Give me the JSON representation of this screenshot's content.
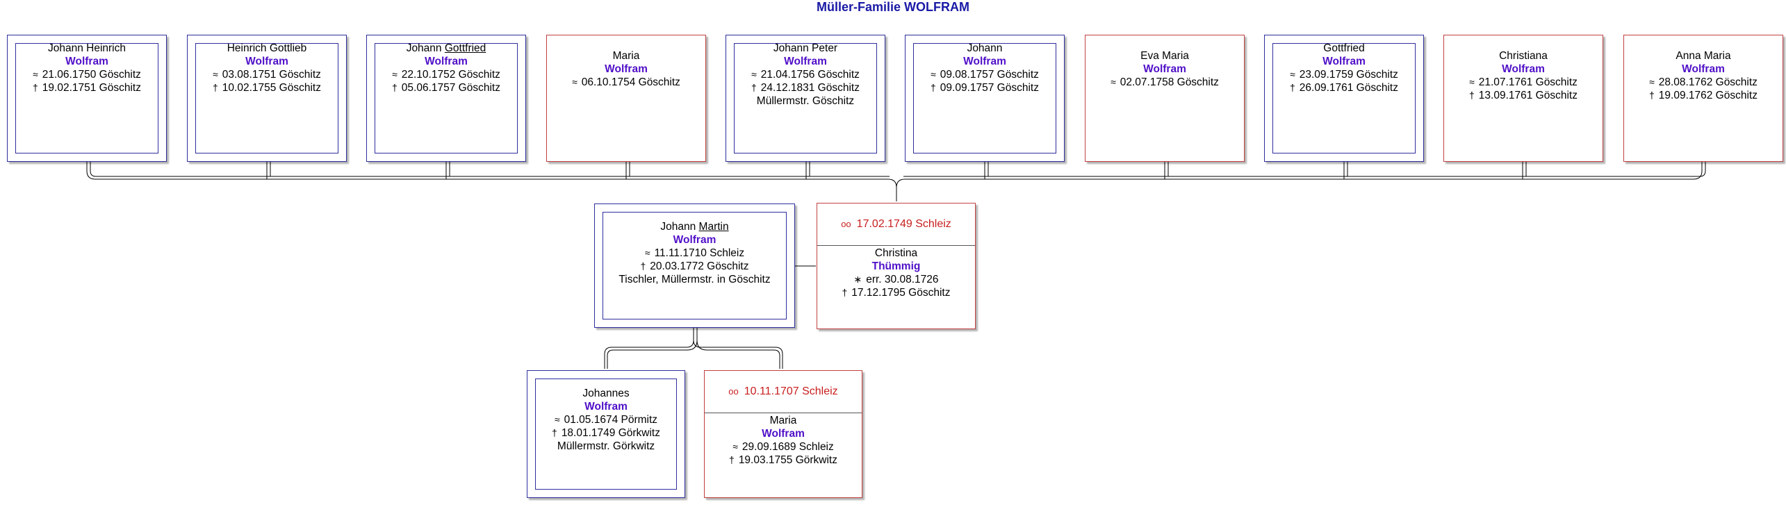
{
  "title": "Müller-Familie WOLFRAM",
  "symbols": {
    "baptism": "≈",
    "death": "†",
    "birth": "∗",
    "marriage": "oo"
  },
  "children": [
    {
      "given": "Johann Heinrich",
      "underlined": "",
      "surname": "Wolfram",
      "sex": "m",
      "events": [
        {
          "type": "baptism",
          "text": "21.06.1750 Göschitz"
        },
        {
          "type": "death",
          "text": "19.02.1751 Göschitz"
        }
      ],
      "occupation": ""
    },
    {
      "given": "Heinrich Gottlieb",
      "underlined": "",
      "surname": "Wolfram",
      "sex": "m",
      "events": [
        {
          "type": "baptism",
          "text": "03.08.1751 Göschitz"
        },
        {
          "type": "death",
          "text": "10.02.1755 Göschitz"
        }
      ],
      "occupation": ""
    },
    {
      "given": "Johann",
      "underlined": "Gottfried",
      "surname": "Wolfram",
      "sex": "m",
      "events": [
        {
          "type": "baptism",
          "text": "22.10.1752 Göschitz"
        },
        {
          "type": "death",
          "text": "05.06.1757 Göschitz"
        }
      ],
      "occupation": ""
    },
    {
      "given": "Maria",
      "underlined": "",
      "surname": "Wolfram",
      "sex": "f",
      "events": [
        {
          "type": "baptism",
          "text": "06.10.1754 Göschitz"
        }
      ],
      "occupation": ""
    },
    {
      "given": "Johann Peter",
      "underlined": "",
      "surname": "Wolfram",
      "sex": "m",
      "events": [
        {
          "type": "baptism",
          "text": "21.04.1756 Göschitz"
        },
        {
          "type": "death",
          "text": "24.12.1831 Göschitz"
        }
      ],
      "occupation": "Müllermstr. Göschitz"
    },
    {
      "given": "Johann",
      "underlined": "",
      "surname": "Wolfram",
      "sex": "m",
      "events": [
        {
          "type": "baptism",
          "text": "09.08.1757 Göschitz"
        },
        {
          "type": "death",
          "text": "09.09.1757 Göschitz"
        }
      ],
      "occupation": ""
    },
    {
      "given": "Eva Maria",
      "underlined": "",
      "surname": "Wolfram",
      "sex": "f",
      "events": [
        {
          "type": "baptism",
          "text": "02.07.1758 Göschitz"
        }
      ],
      "occupation": ""
    },
    {
      "given": "Gottfried",
      "underlined": "",
      "surname": "Wolfram",
      "sex": "m",
      "events": [
        {
          "type": "baptism",
          "text": "23.09.1759 Göschitz"
        },
        {
          "type": "death",
          "text": "26.09.1761 Göschitz"
        }
      ],
      "occupation": ""
    },
    {
      "given": "Christiana",
      "underlined": "",
      "surname": "Wolfram",
      "sex": "f",
      "events": [
        {
          "type": "baptism",
          "text": "21.07.1761 Göschitz"
        },
        {
          "type": "death",
          "text": "13.09.1761 Göschitz"
        }
      ],
      "occupation": ""
    },
    {
      "given": "Anna Maria",
      "underlined": "",
      "surname": "Wolfram",
      "sex": "f",
      "events": [
        {
          "type": "baptism",
          "text": "28.08.1762 Göschitz"
        },
        {
          "type": "death",
          "text": "19.09.1762 Göschitz"
        }
      ],
      "occupation": ""
    }
  ],
  "focus": {
    "given": "Johann",
    "underlined": "Martin",
    "surname": "Wolfram",
    "sex": "m",
    "events": [
      {
        "type": "baptism",
        "text": "11.11.1710 Schleiz"
      },
      {
        "type": "death",
        "text": "20.03.1772 Göschitz"
      }
    ],
    "occupation": "Tischler, Müllermstr. in Göschitz"
  },
  "focus_marriage": {
    "date": "17.02.1749 Schleiz",
    "spouse": {
      "given": "Christina",
      "surname": "Thümmig",
      "events": [
        {
          "type": "birth",
          "text": "err. 30.08.1726"
        },
        {
          "type": "death",
          "text": "17.12.1795 Göschitz"
        }
      ]
    }
  },
  "father": {
    "given": "Johannes",
    "underlined": "",
    "surname": "Wolfram",
    "sex": "m",
    "events": [
      {
        "type": "baptism",
        "text": "01.05.1674 Pörmitz"
      },
      {
        "type": "death",
        "text": "18.01.1749 Görkwitz"
      }
    ],
    "occupation": "Müllermstr. Görkwitz"
  },
  "parents_marriage": {
    "date": "10.11.1707 Schleiz",
    "spouse": {
      "given": "Maria",
      "surname": "Wolfram",
      "events": [
        {
          "type": "baptism",
          "text": "29.09.1689 Schleiz"
        },
        {
          "type": "death",
          "text": "19.03.1755 Görkwitz"
        }
      ]
    }
  }
}
